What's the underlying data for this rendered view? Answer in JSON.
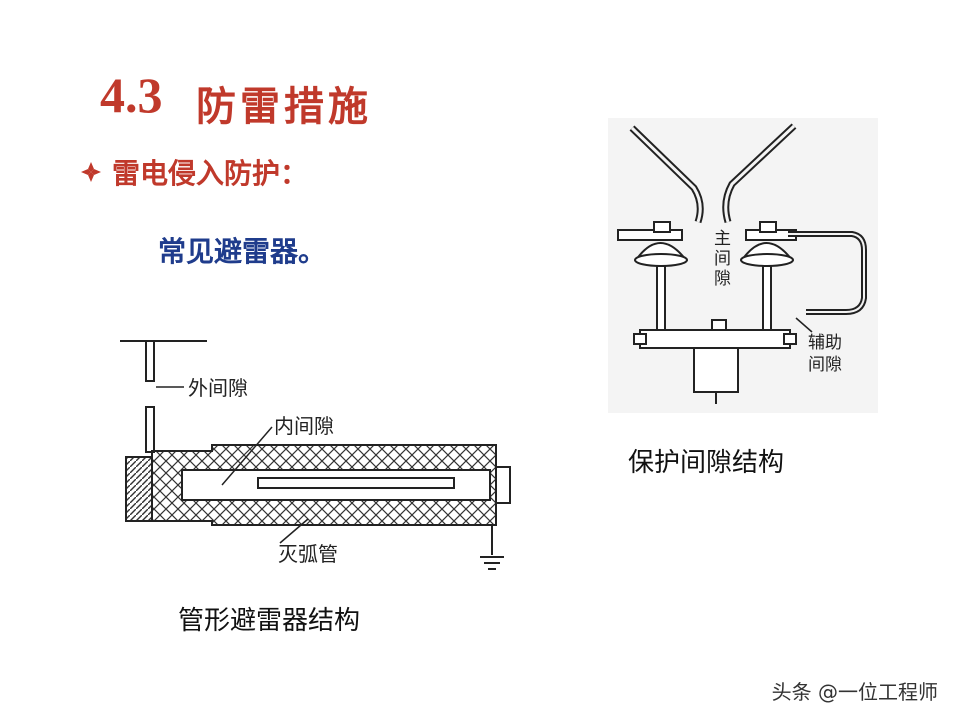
{
  "title": {
    "number": "4.3",
    "text": "防雷措施"
  },
  "bullet": {
    "icon": "diamond-bullet-icon",
    "text": "雷电侵入防护："
  },
  "subtitle": "常见避雷器。",
  "figure_left": {
    "labels": {
      "outer_gap": "外间隙",
      "inner_gap": "内间隙",
      "arc_tube": "灭弧管"
    },
    "caption": "管形避雷器结构"
  },
  "figure_right": {
    "labels": {
      "main_gap": [
        "主",
        "间",
        "隙"
      ],
      "aux_gap_1": "辅助",
      "aux_gap_2": "间隙"
    },
    "caption": "保护间隙结构"
  },
  "watermark": "头条 @一位工程师",
  "colors": {
    "title": "#c0392b",
    "subtitle": "#1f3c8c"
  }
}
